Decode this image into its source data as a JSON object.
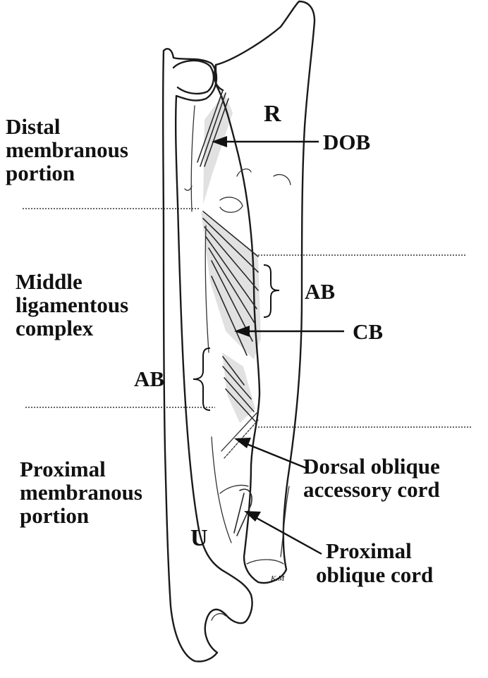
{
  "regions": {
    "distal": [
      "Distal",
      "membranous",
      "portion"
    ],
    "middle": [
      "Middle",
      "ligamentous",
      "complex"
    ],
    "proximal": [
      "Proximal",
      "membranous",
      "portion"
    ]
  },
  "bones": {
    "radius": "R",
    "ulna": "U"
  },
  "callouts": {
    "dob": "DOB",
    "ab_right": "AB",
    "cb": "CB",
    "ab_left": "AB",
    "dorsal_oblique": [
      "Dorsal oblique",
      "accessory cord"
    ],
    "proximal_oblique": [
      "Proximal",
      "oblique cord"
    ]
  },
  "signature": "K.M"
}
